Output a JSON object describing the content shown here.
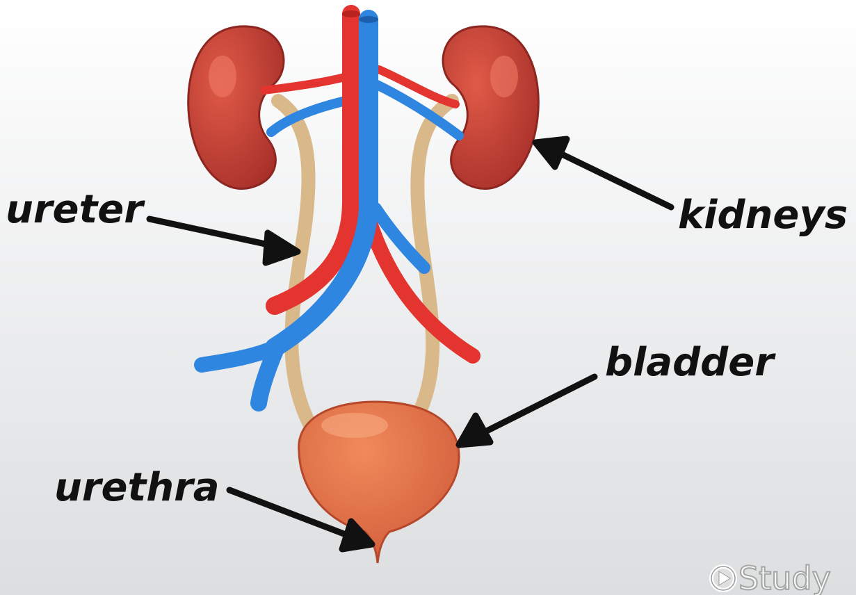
{
  "labels": {
    "ureter": "ureter",
    "kidneys": "kidneys",
    "bladder": "bladder",
    "urethra": "urethra"
  },
  "watermark": {
    "text": "Study"
  },
  "colors": {
    "background_top": "#ffffff",
    "background_bottom": "#dcdee0",
    "kidney": "#c94434",
    "kidney_dark": "#9e2a20",
    "artery": "#e3342f",
    "vein": "#2f86e0",
    "ureter": "#d9b88a",
    "bladder": "#e0734a",
    "arrow": "#111111"
  },
  "icons": [
    "play-circle-icon"
  ]
}
